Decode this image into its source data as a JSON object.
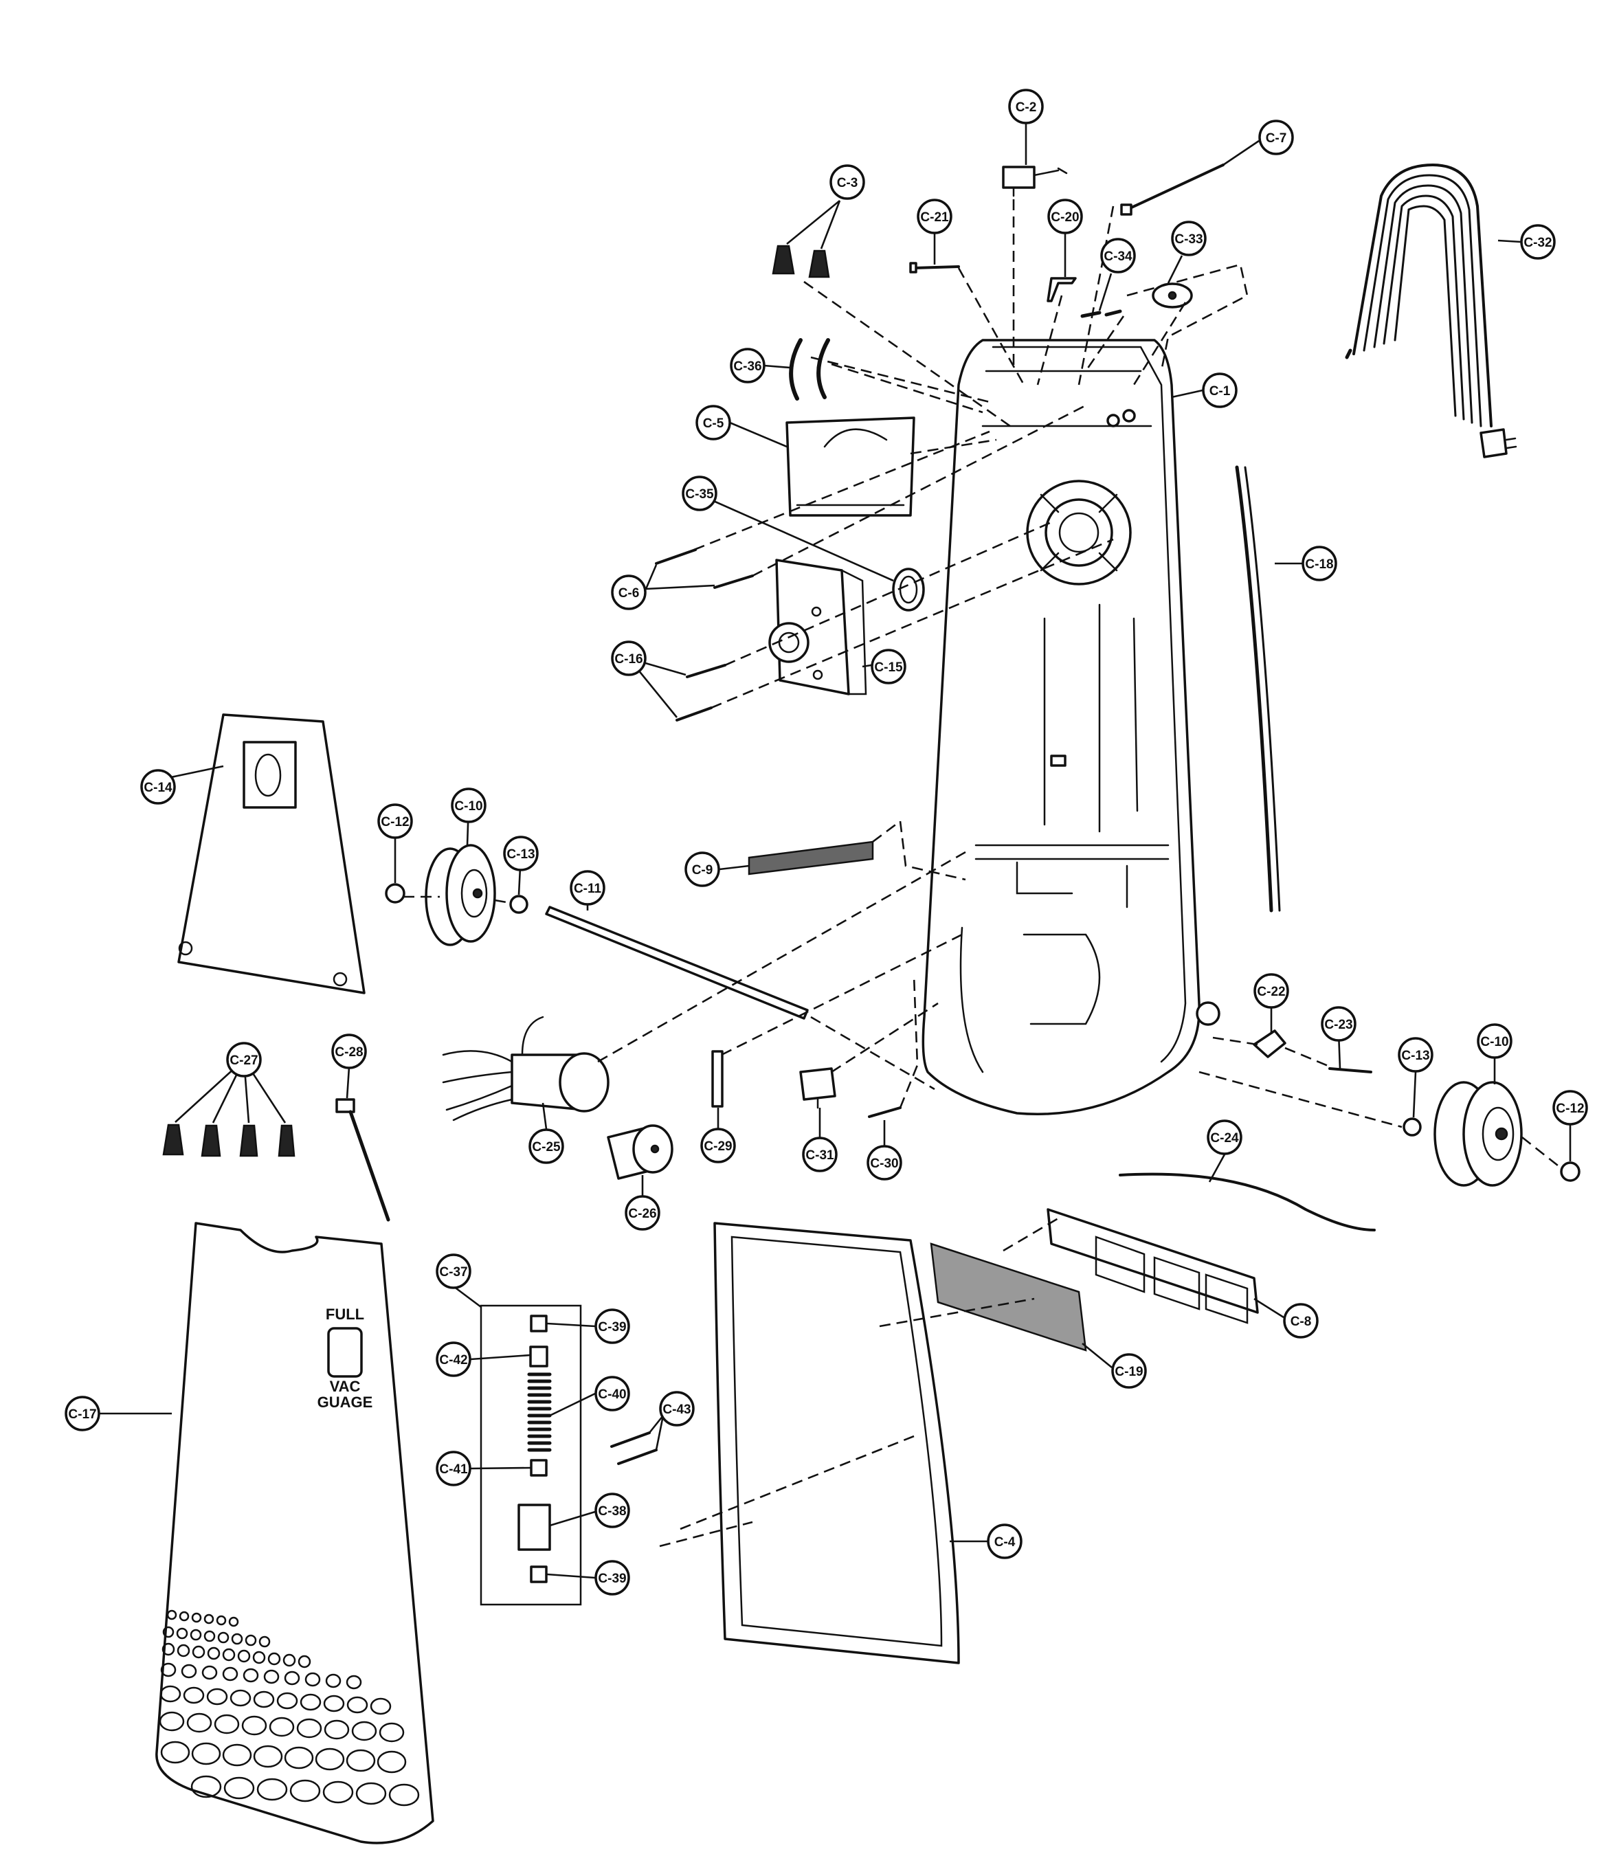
{
  "callouts": [
    {
      "id": "c2",
      "text": "C-2"
    },
    {
      "id": "c7",
      "text": "C-7"
    },
    {
      "id": "c3",
      "text": "C-3"
    },
    {
      "id": "c21",
      "text": "C-21"
    },
    {
      "id": "c20",
      "text": "C-20"
    },
    {
      "id": "c34",
      "text": "C-34"
    },
    {
      "id": "c33",
      "text": "C-33"
    },
    {
      "id": "c32",
      "text": "C-32"
    },
    {
      "id": "c36",
      "text": "C-36"
    },
    {
      "id": "c1",
      "text": "C-1"
    },
    {
      "id": "c5",
      "text": "C-5"
    },
    {
      "id": "c35",
      "text": "C-35"
    },
    {
      "id": "c6",
      "text": "C-6"
    },
    {
      "id": "c18",
      "text": "C-18"
    },
    {
      "id": "c16",
      "text": "C-16"
    },
    {
      "id": "c15",
      "text": "C-15"
    },
    {
      "id": "c14",
      "text": "C-14"
    },
    {
      "id": "c12a",
      "text": "C-12"
    },
    {
      "id": "c10a",
      "text": "C-10"
    },
    {
      "id": "c13a",
      "text": "C-13"
    },
    {
      "id": "c11",
      "text": "C-11"
    },
    {
      "id": "c9",
      "text": "C-9"
    },
    {
      "id": "c22",
      "text": "C-22"
    },
    {
      "id": "c23",
      "text": "C-23"
    },
    {
      "id": "c13b",
      "text": "C-13"
    },
    {
      "id": "c10b",
      "text": "C-10"
    },
    {
      "id": "c12b",
      "text": "C-12"
    },
    {
      "id": "c27",
      "text": "C-27"
    },
    {
      "id": "c28",
      "text": "C-28"
    },
    {
      "id": "c25",
      "text": "C-25"
    },
    {
      "id": "c29",
      "text": "C-29"
    },
    {
      "id": "c31",
      "text": "C-31"
    },
    {
      "id": "c30",
      "text": "C-30"
    },
    {
      "id": "c26",
      "text": "C-26"
    },
    {
      "id": "c24",
      "text": "C-24"
    },
    {
      "id": "c37",
      "text": "C-37"
    },
    {
      "id": "c39a",
      "text": "C-39"
    },
    {
      "id": "c42",
      "text": "C-42"
    },
    {
      "id": "c40",
      "text": "C-40"
    },
    {
      "id": "c43",
      "text": "C-43"
    },
    {
      "id": "c41",
      "text": "C-41"
    },
    {
      "id": "c38",
      "text": "C-38"
    },
    {
      "id": "c39b",
      "text": "C-39"
    },
    {
      "id": "c8",
      "text": "C-8"
    },
    {
      "id": "c19",
      "text": "C-19"
    },
    {
      "id": "c17",
      "text": "C-17"
    },
    {
      "id": "c4",
      "text": "C-4"
    }
  ],
  "gauge": {
    "top": "FULL",
    "bottom_line1": "VAC",
    "bottom_line2": "GUAGE"
  }
}
